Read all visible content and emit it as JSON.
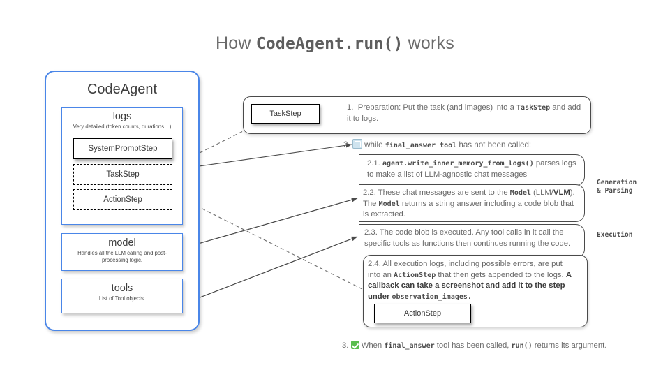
{
  "title": {
    "prefix": "How ",
    "code": "CodeAgent.run()",
    "suffix": " works"
  },
  "agent_panel": {
    "title": "CodeAgent",
    "logs": {
      "heading": "logs",
      "subtitle": "Very detailed (token counts, durations…)",
      "steps": [
        {
          "label": "SystemPromptStep",
          "style": "solid"
        },
        {
          "label": "TaskStep",
          "style": "dashed"
        },
        {
          "label": "ActionStep",
          "style": "dashed"
        }
      ]
    },
    "model": {
      "heading": "model",
      "subtitle": "Handles all the LLM calling and post-processing logic."
    },
    "tools": {
      "heading": "tools",
      "subtitle": "List of Tool objects."
    }
  },
  "steps": {
    "step1": {
      "number": "1.",
      "box_label": "TaskStep",
      "text_a": "Preparation: Put the task (and images) into a ",
      "code_a": "TaskStep",
      "text_b": " and add it to logs."
    },
    "step2": {
      "number": "2.",
      "icon": "cycle-emoji",
      "text_a": "while ",
      "code_a": "final_answer tool",
      "text_b": " has not been called:"
    },
    "step21": {
      "number": "2.1.",
      "code_a": "agent.write_inner_memory_from_logs()",
      "text_a": " parses logs to make a list of LLM-agnostic chat messages"
    },
    "step22": {
      "number": "2.2.",
      "text_a": "These chat messages are sent to the ",
      "code_a": "Model",
      "text_b": " (LLM/",
      "bold_b": "VLM",
      "text_c": "). The ",
      "code_b": "Model",
      "text_d": " returns a string answer including a code blob that is extracted."
    },
    "step23": {
      "number": "2.3.",
      "text_a": "The code blob is executed. Any tool calls in it call the specific tools as functions then continues running the code."
    },
    "step24": {
      "number": "2.4.",
      "text_a": "All execution logs, including possible errors, are put into an ",
      "code_a": "ActionStep",
      "text_b": " that then gets appended to the logs. ",
      "bold_a": "A callback can  take a screenshot and add it to the step under ",
      "code_b": "observation_images.",
      "box_label": "ActionStep"
    },
    "step3": {
      "number": "3.",
      "icon": "check-emoji",
      "text_a": "When ",
      "code_a": "final_answer",
      "text_b": " tool has been called, ",
      "code_b": "run()",
      "text_c": " returns its argument."
    }
  },
  "side_labels": {
    "generation": "Generation\n& Parsing",
    "execution": "Execution"
  },
  "colors": {
    "accent_blue": "#4a86e8",
    "text_gray": "#6a6a6a",
    "check_green": "#5bbd4f",
    "wire_gray": "#555555"
  }
}
